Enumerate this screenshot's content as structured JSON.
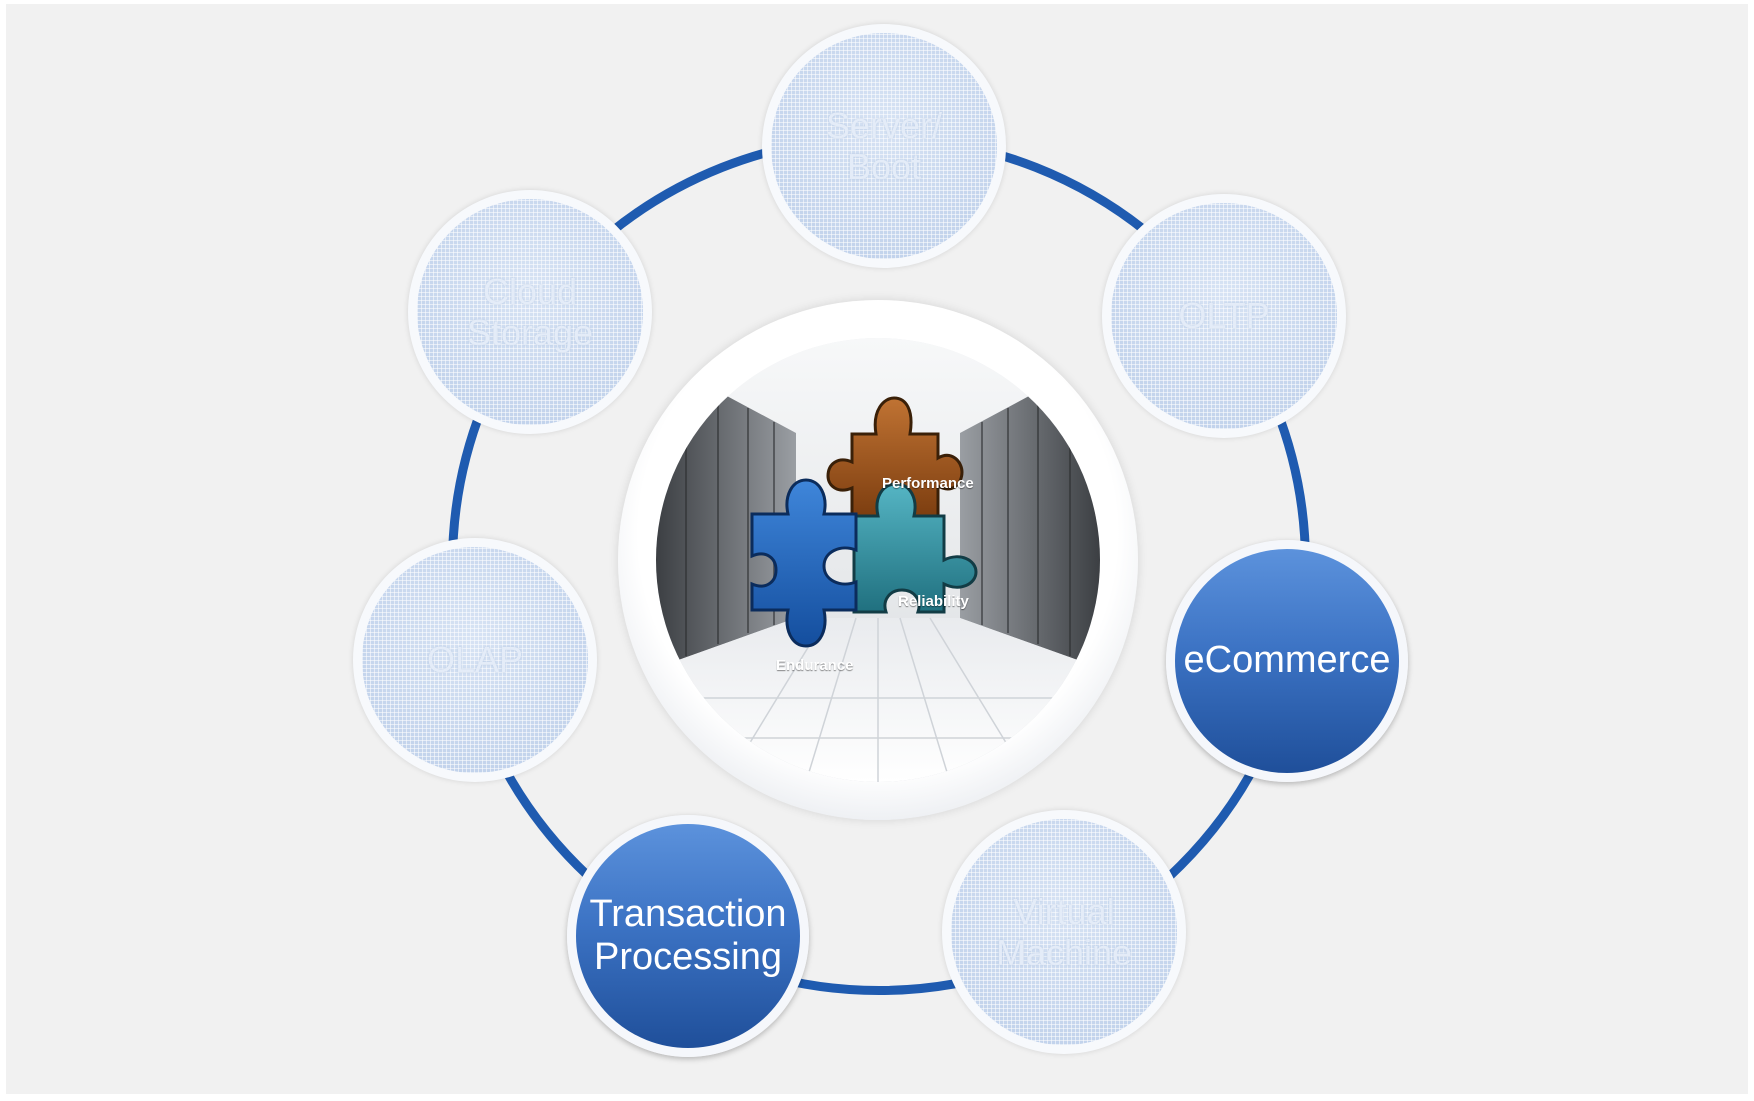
{
  "colors": {
    "ring": "#1f5bb0",
    "active_node": "#3c73c4",
    "muted_node": "#c9d8ee",
    "background": "#f1f1f1",
    "piece_performance": "#9a4f16",
    "piece_reliability": "#2f8fa0",
    "piece_endurance": "#1e5fb5"
  },
  "nodes": {
    "server_boot": {
      "label": "Server/ Boot",
      "state": "muted"
    },
    "oltp": {
      "label": "OLTP",
      "state": "muted"
    },
    "ecommerce": {
      "label": "eCommerce",
      "state": "active"
    },
    "virtual_machine": {
      "label": "Virtual Machine",
      "state": "muted"
    },
    "transaction_processing": {
      "label": "Transaction Processing",
      "state": "active"
    },
    "olap": {
      "label": "OLAP",
      "state": "muted"
    },
    "cloud_storage": {
      "label": "Cloud Storage",
      "state": "muted"
    }
  },
  "hub": {
    "icon": "puzzle-pieces-datacenter-image",
    "pieces": {
      "performance": "Performance",
      "reliability": "Reliability",
      "endurance": "Endurance"
    }
  }
}
